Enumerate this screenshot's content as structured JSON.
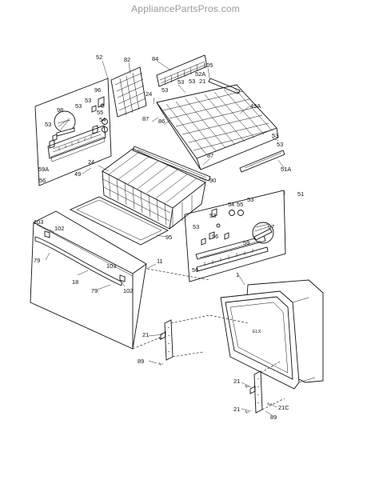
{
  "header": {
    "site_name": "AppliancePartsPros.com"
  },
  "labels": {
    "p1": "1",
    "p11": "11",
    "p18": "18",
    "p21a": "21",
    "p21b": "21",
    "p21c": "21",
    "p21C": "21C",
    "p24a": "24",
    "p24b": "24",
    "p49": "49",
    "p49A": "49A",
    "p51": "51",
    "p51A": "51A",
    "p52": "52",
    "p52A": "52A",
    "p53a": "53",
    "p53b": "53",
    "p53c": "53",
    "p53d": "53",
    "p53e": "53",
    "p53f": "53",
    "p53g": "53",
    "p53h": "53",
    "p53i": "53",
    "p54a": "54",
    "p54b": "54",
    "p55a": "55",
    "p55b": "55",
    "p56a": "56",
    "p56b": "56",
    "p59": "59",
    "p59A": "59A",
    "p79a": "79",
    "p79b": "79",
    "p82": "82",
    "p84": "84",
    "p86": "86",
    "p87a": "87",
    "p87b": "87",
    "p89a": "89",
    "p89b": "89",
    "p90": "90",
    "p95": "95",
    "p96a": "96",
    "p96b": "96",
    "p97": "97",
    "p98": "98",
    "p102a": "102",
    "p102b": "102",
    "p103a": "103",
    "p103b": "103",
    "p105": "105",
    "door_mark": "ELX"
  }
}
